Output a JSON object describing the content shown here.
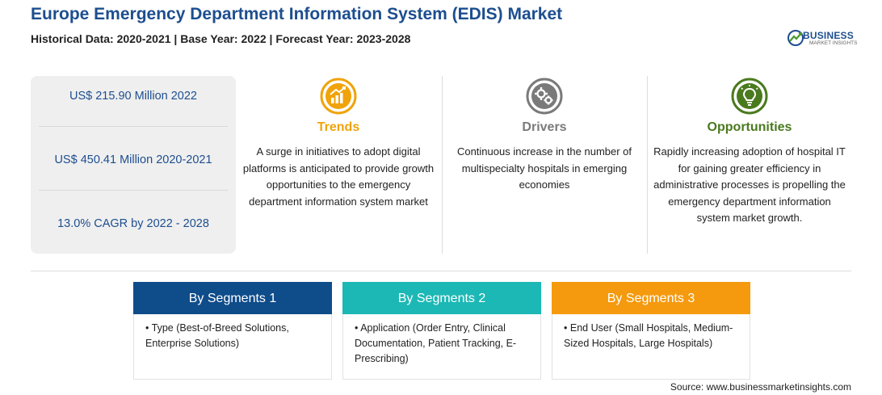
{
  "header": {
    "title": "Europe Emergency Department Information System (EDIS) Market",
    "subtitle": "Historical Data: 2020-2021 | Base Year: 2022 | Forecast Year: 2023-2028"
  },
  "logo": {
    "brand": "BUSINESS",
    "tagline": "MARKET INSIGHTS"
  },
  "stats": [
    "US$ 215.90 Million 2022",
    "US$ 450.41 Million 2020-2021",
    "13.0% CAGR by 2022 - 2028"
  ],
  "columns": {
    "trends": {
      "heading": "Trends",
      "text": "A surge in initiatives to adopt digital platforms is anticipated to provide growth opportunities to the emergency department information system market"
    },
    "drivers": {
      "heading": "Drivers",
      "text": "Continuous increase in the number of multispecialty hospitals in emerging economies"
    },
    "opportunities": {
      "heading": "Opportunities",
      "text": "Rapidly increasing adoption of hospital IT for gaining greater efficiency in administrative processes is propelling the emergency department information system market growth."
    }
  },
  "segments": [
    {
      "title": "By Segments 1",
      "body": "Type (Best-of-Breed Solutions, Enterprise Solutions)"
    },
    {
      "title": "By Segments 2",
      "body": "Application (Order Entry, Clinical Documentation, Patient Tracking, E-Prescribing)"
    },
    {
      "title": "By Segments 3",
      "body": "End User (Small Hospitals, Medium-Sized Hospitals, Large Hospitals)"
    }
  ],
  "bullet": "•",
  "source": "Source: www.businessmarketinsights.com",
  "colors": {
    "title": "#1d4e8f",
    "trends": "#f0a30a",
    "drivers": "#7a7a7a",
    "opportunities": "#4a7a1e",
    "segment1": "#0f4c8a",
    "segment2": "#1cb8b5",
    "segment3": "#f59a0e"
  },
  "icons": {
    "trends": "rising-chart-icon",
    "drivers": "gears-icon",
    "opportunities": "lightbulb-icon"
  }
}
